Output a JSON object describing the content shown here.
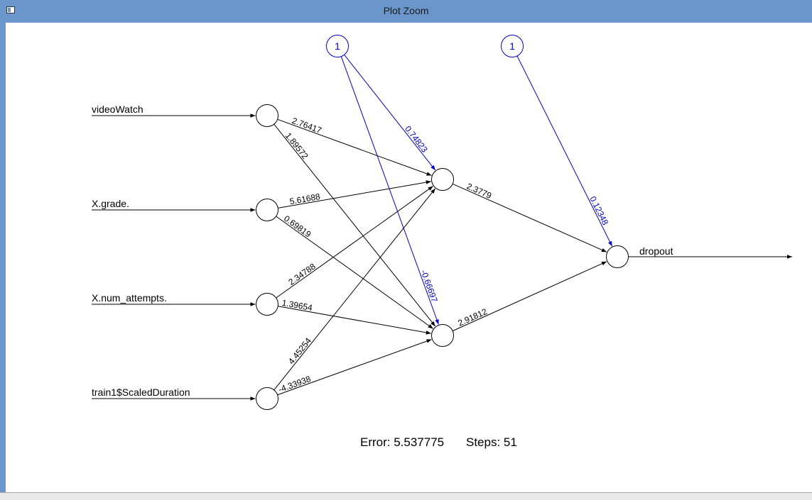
{
  "window": {
    "title": "Plot Zoom"
  },
  "network": {
    "inputs": [
      "videoWatch",
      "X.grade.",
      "X.num_attempts.",
      "train1$ScaledDuration"
    ],
    "output": "dropout",
    "bias_label": "1",
    "weights_input_hidden": [
      [
        "2.76417",
        "1.89572"
      ],
      [
        "5.61688",
        "0.69819"
      ],
      [
        "2.34788",
        "1.39654"
      ],
      [
        "4.45254",
        "-4.33938"
      ]
    ],
    "bias_hidden": [
      "0.74823",
      "-0.66697"
    ],
    "weights_hidden_output": [
      "2.3779",
      "2.91812"
    ],
    "bias_output": "0.12348"
  },
  "footer": {
    "error_label": "Error: 5.537775",
    "steps_label": "Steps: 51"
  },
  "colors": {
    "bias": "#0000cc",
    "edge": "#000000"
  }
}
